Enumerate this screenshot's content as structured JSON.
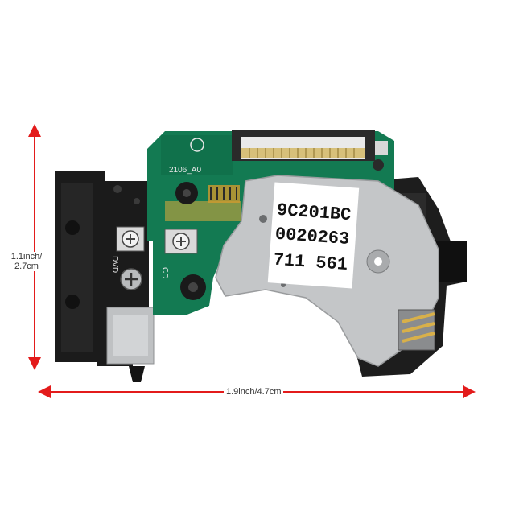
{
  "dimensions": {
    "height_line1": "1.1inch/",
    "height_line2": "2.7cm",
    "width": "1.9inch/4.7cm"
  },
  "component": {
    "label_lines": [
      "9C201BC",
      "0020263",
      "711 561"
    ],
    "pcb_code": "2106_A0",
    "dvd_mark": "DVD",
    "cd_mark": "CD"
  },
  "colors": {
    "arrow": "#e31b1b",
    "pcb": "#137a52",
    "metal": "#c4c6c8",
    "plastic": "#1b1b1b"
  }
}
